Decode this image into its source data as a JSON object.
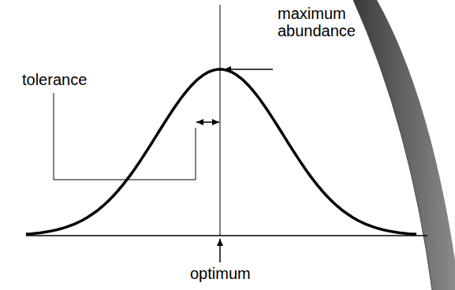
{
  "diagram": {
    "labels": [
      "maximum abundance",
      "tolerance",
      "optimum"
    ]
  }
}
